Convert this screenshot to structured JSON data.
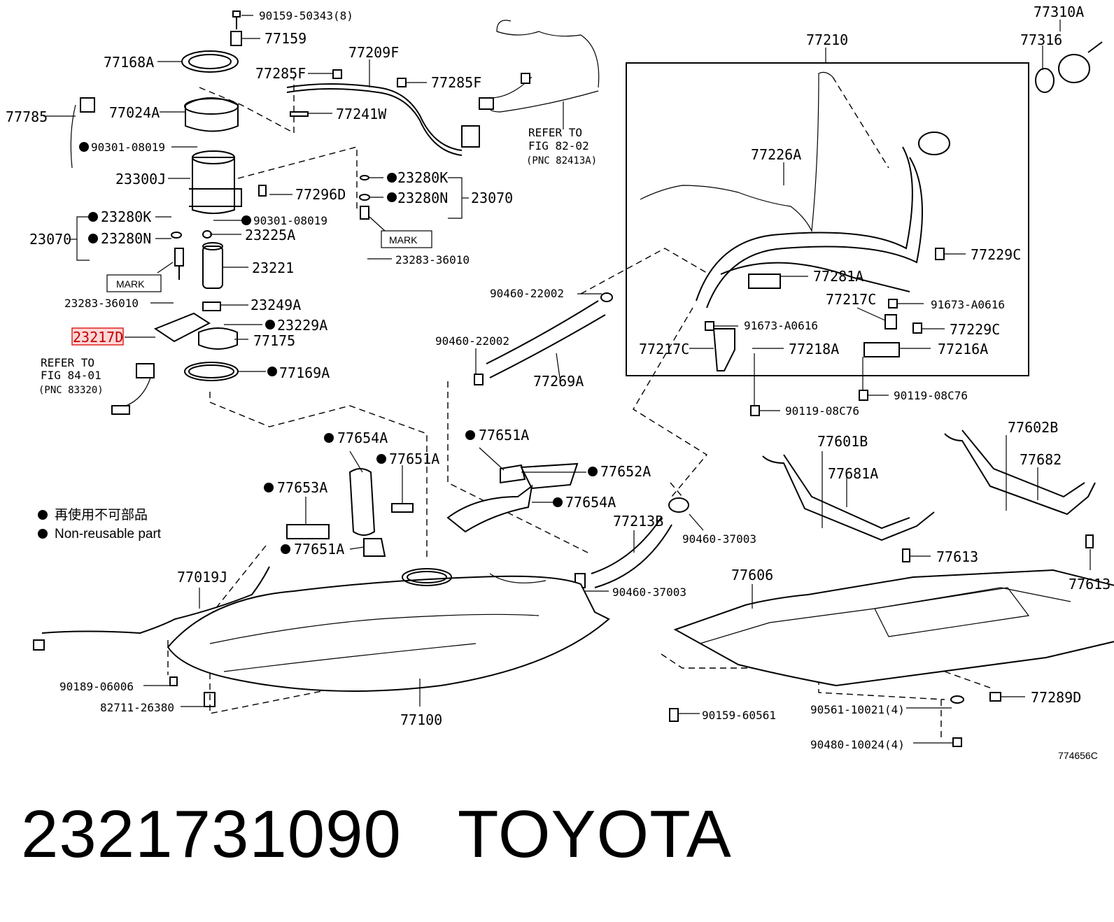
{
  "labels": {
    "l_90159_50343": "90159-50343(8)",
    "l_77159": "77159",
    "l_77168A": "77168A",
    "l_77024A": "77024A",
    "l_77785": "77785",
    "l_90301_a": "90301-08019",
    "l_23300J": "23300J",
    "l_23280K_a": "23280K",
    "l_90301_b": "90301-08019",
    "l_23070_a": "23070",
    "l_23280N_a": "23280N",
    "l_23225A": "23225A",
    "l_23221": "23221",
    "l_mark_a": "MARK",
    "l_23283_a": "23283-36010",
    "l_23249A": "23249A",
    "l_23217D": "23217D",
    "l_23229A": "23229A",
    "l_77175": "77175",
    "l_refer1": "REFER TO",
    "l_refer1b": "FIG 84-01",
    "l_refer1c": "(PNC 83320)",
    "l_77169A": "77169A",
    "l_77209F": "77209F",
    "l_77285F_a": "77285F",
    "l_77285F_b": "77285F",
    "l_77241W": "77241W",
    "l_77296D": "77296D",
    "l_23280K_b": "23280K",
    "l_23280N_b": "23280N",
    "l_23070_b": "23070",
    "l_mark_b": "MARK",
    "l_23283_b": "23283-36010",
    "l_refer2": "REFER TO",
    "l_refer2b": "FIG 82-02",
    "l_refer2c": "(PNC 82413A)",
    "l_77210": "77210",
    "l_77310A": "77310A",
    "l_77316": "77316",
    "l_77226A": "77226A",
    "l_77229C_a": "77229C",
    "l_77281A": "77281A",
    "l_77217C_a": "77217C",
    "l_91673_a": "91673-A0616",
    "l_91673_b": "91673-A0616",
    "l_77229C_b": "77229C",
    "l_77217C_b": "77217C",
    "l_77218A": "77218A",
    "l_77216A": "77216A",
    "l_90119_a": "90119-08C76",
    "l_90119_b": "90119-08C76",
    "l_90460_a": "90460-22002",
    "l_90460_b": "90460-22002",
    "l_77269A": "77269A",
    "l_77654A_a": "77654A",
    "l_77651A_a": "77651A",
    "l_77651A_b": "77651A",
    "l_77652A": "77652A",
    "l_77653A": "77653A",
    "l_77654A_b": "77654A",
    "l_77651A_c": "77651A",
    "l_77213B": "77213B",
    "l_90460_37003_a": "90460-37003",
    "l_90460_37003_b": "90460-37003",
    "l_77019J": "77019J",
    "l_90189": "90189-06006",
    "l_82711": "82711-26380",
    "l_77100": "77100",
    "l_77601B": "77601B",
    "l_77681A": "77681A",
    "l_77602B": "77602B",
    "l_77682": "77682",
    "l_77613_a": "77613",
    "l_77613_b": "77613",
    "l_77606": "77606",
    "l_77289D": "77289D",
    "l_90159_60561": "90159-60561",
    "l_90561": "90561-10021(4)",
    "l_90480": "90480-10024(4)",
    "l_ref_code": "774656C"
  },
  "legend": {
    "jp": "再使用不可部品",
    "en": "Non-reusable part"
  },
  "caption": {
    "part_number": "2321731090",
    "brand": "TOYOTA"
  },
  "highlight_color": "#e02020"
}
